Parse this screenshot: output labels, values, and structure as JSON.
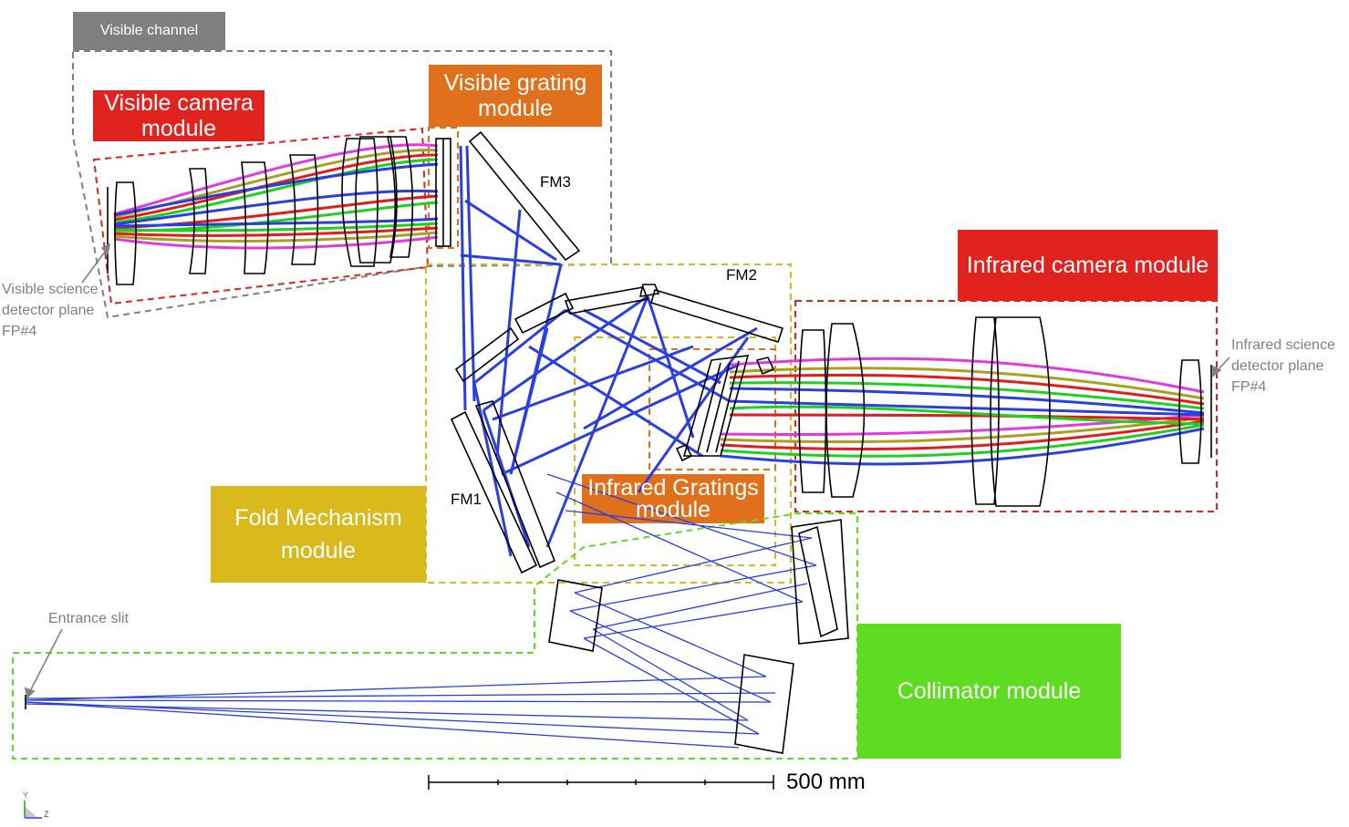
{
  "modules": {
    "visible_channel": "Visible channel",
    "visible_camera": [
      "Visible camera",
      "module"
    ],
    "visible_grating": [
      "Visible grating",
      "module"
    ],
    "infrared_camera": "Infrared camera module",
    "fold_mechanism": [
      "Fold Mechanism",
      "module"
    ],
    "infrared_gratings": [
      "Infrared Gratings",
      "module"
    ],
    "collimator": "Collimator module"
  },
  "annotations": {
    "visible_detector": [
      "Visible science",
      "detector plane",
      "FP#4"
    ],
    "infrared_detector": [
      "Infrared science",
      "detector plane",
      "FP#4"
    ],
    "entrance_slit": "Entrance slit",
    "fm1": "FM1",
    "fm2": "FM2",
    "fm3": "FM3"
  },
  "scale_bar": {
    "label": "500 mm"
  },
  "axes": {
    "y": "Y",
    "z": "Z"
  },
  "colors": {
    "visible_channel_bg": "#7f7f7f",
    "camera_module_bg": "#e0231f",
    "grating_module_bg": "#e0701c",
    "fold_module_bg": "#d9b91c",
    "collimator_module_bg": "#5ddc21",
    "ray_blue": "#2a3fe0",
    "ray_red": "#e51b1b",
    "ray_green": "#1fd11f",
    "ray_magenta": "#e03ae0",
    "ray_olive": "#a8a01e"
  }
}
